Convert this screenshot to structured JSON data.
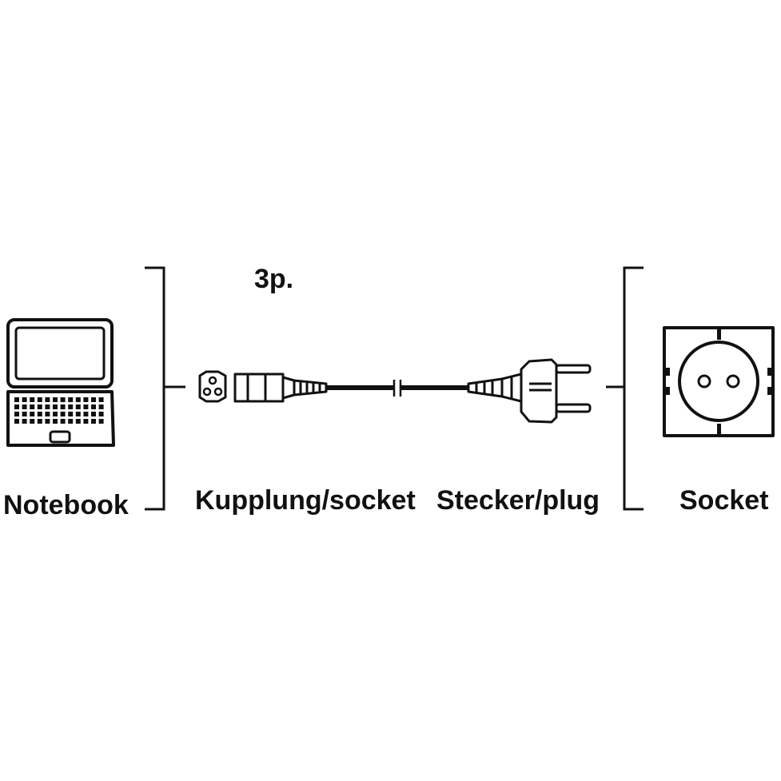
{
  "labels": {
    "pin_count": "3p.",
    "notebook": "Notebook",
    "coupler": "Kupplung/socket",
    "plug": "Stecker/plug",
    "wall_socket": "Socket"
  },
  "icons": {
    "notebook": "laptop-icon",
    "coupler_face": "c5-coupler-face-icon",
    "coupler": "c5-coupler-connector-icon",
    "plug": "schuko-plug-icon",
    "wall_socket": "schuko-wall-socket-icon"
  },
  "colors": {
    "line": "#111111",
    "background": "#ffffff"
  }
}
